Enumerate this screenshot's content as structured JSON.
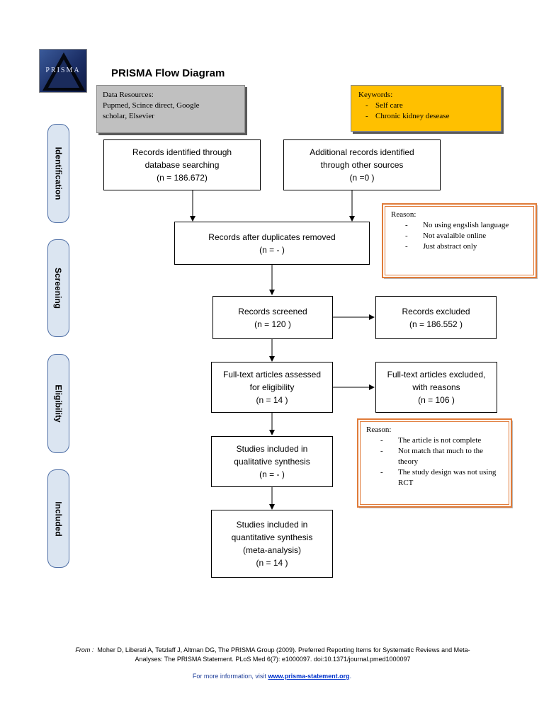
{
  "header": {
    "logo_text": "PRISMA",
    "title": "PRISMA Flow Diagram"
  },
  "data_resources": {
    "label": "Data Resources:",
    "lines": [
      "Pupmed, Scince direct, Google",
      "scholar, Elsevier"
    ]
  },
  "keywords": {
    "label": "Keywords:",
    "items": [
      "Self care",
      "Chronic kidney desease"
    ]
  },
  "phases": {
    "identification": "Identification",
    "screening": "Screening",
    "eligibility": "Eligibility",
    "included": "Included"
  },
  "boxes": {
    "records_identified": [
      "Records identified through",
      "database searching",
      "(n = 186.672)"
    ],
    "additional_records": [
      "Additional records identified",
      "through other sources",
      "(n =0  )"
    ],
    "duplicates_removed": [
      "Records after duplicates removed",
      "(n = -  )"
    ],
    "records_screened": [
      "Records screened",
      "(n = 120  )"
    ],
    "records_excluded": [
      "Records excluded",
      "(n =  186.552 )"
    ],
    "fulltext_assessed": [
      "Full-text articles assessed",
      "for eligibility",
      "(n =  14 )"
    ],
    "fulltext_excluded": [
      "Full-text articles excluded,",
      "with reasons",
      "(n = 106  )"
    ],
    "qualitative": [
      "Studies included in",
      "qualitative synthesis",
      "(n = - )"
    ],
    "quantitative": [
      "Studies included in",
      "quantitative synthesis",
      "(meta-analysis)",
      "(n =  14 )"
    ]
  },
  "reason_1": {
    "label": "Reason:",
    "items": [
      "No using engslish language",
      "Not avalaible online",
      "Just abstract only"
    ]
  },
  "reason_2": {
    "label": "Reason:",
    "items": [
      "The article is not complete",
      "Not match that much to the theory",
      "The study design was not using RCT"
    ]
  },
  "footer": {
    "from_label": "From :",
    "citation_1": "Moher D, Liberati A, Tetzlaff J, Altman DG, The PRISMA Group (2009). Preferred Reporting Items for Systematic Reviews and Meta-",
    "citation_2": "Analyses: The PRISMA Statement. PLoS Med 6(7): e1000097. doi:10.1371/journal.pmed1000097",
    "more_prefix": "For more information, visit ",
    "more_link": "www.prisma-statement.org",
    "more_suffix": "."
  }
}
